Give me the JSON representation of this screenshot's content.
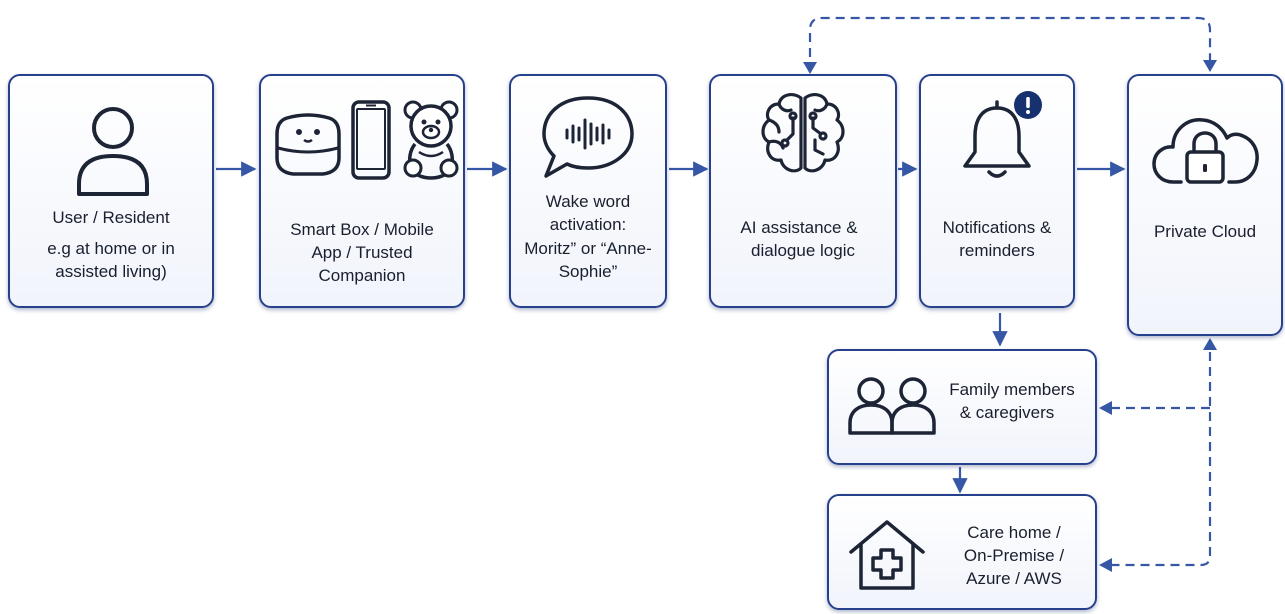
{
  "nodes": {
    "user": {
      "line1": "User / Resident",
      "line2": "e.g at home or in",
      "line3": "assisted living)"
    },
    "smartbox": {
      "line1": "Smart Box / Mobile",
      "line2": "App / Trusted",
      "line3": "Companion"
    },
    "wakeword": {
      "line1": "Wake word",
      "line2": "activation:",
      "line3": "Moritz” or “Anne-",
      "line4": "Sophie”"
    },
    "ai": {
      "line1": "AI assistance &",
      "line2": "dialogue logic"
    },
    "notifications": {
      "line1": "Notifications &",
      "line2": "reminders"
    },
    "cloud": {
      "line1": "Private Cloud"
    },
    "family": {
      "line1": "Family members",
      "line2": "& caregivers"
    },
    "carehome": {
      "line1": "Care home /",
      "line2": "On-Premise /",
      "line3": "Azure / AWS"
    }
  },
  "icons": [
    "person-icon",
    "smart-box-icon",
    "phone-icon",
    "teddy-bear-icon",
    "speech-wave-icon",
    "brain-circuit-icon",
    "bell-alert-icon",
    "cloud-lock-icon",
    "people-icon",
    "house-medical-icon"
  ],
  "colors": {
    "border": "#27408b",
    "arrow": "#3557a6",
    "badge": "#16316e"
  }
}
